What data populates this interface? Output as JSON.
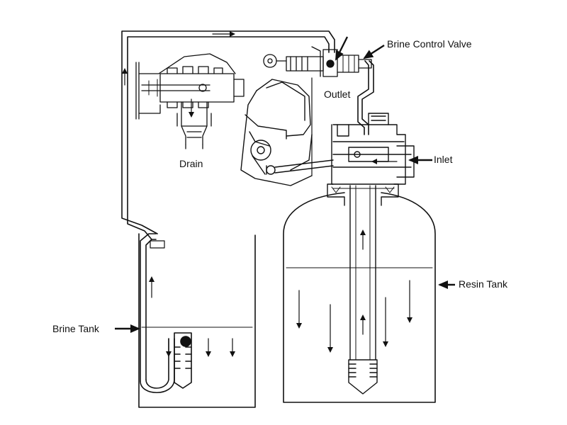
{
  "labels": {
    "brine_control_valve": "Brine Control Valve",
    "outlet": "Outlet",
    "inlet": "Inlet",
    "drain": "Drain",
    "resin_tank": "Resin Tank",
    "brine_tank": "Brine Tank"
  },
  "colors": {
    "line": "#111111",
    "background": "#ffffff"
  }
}
